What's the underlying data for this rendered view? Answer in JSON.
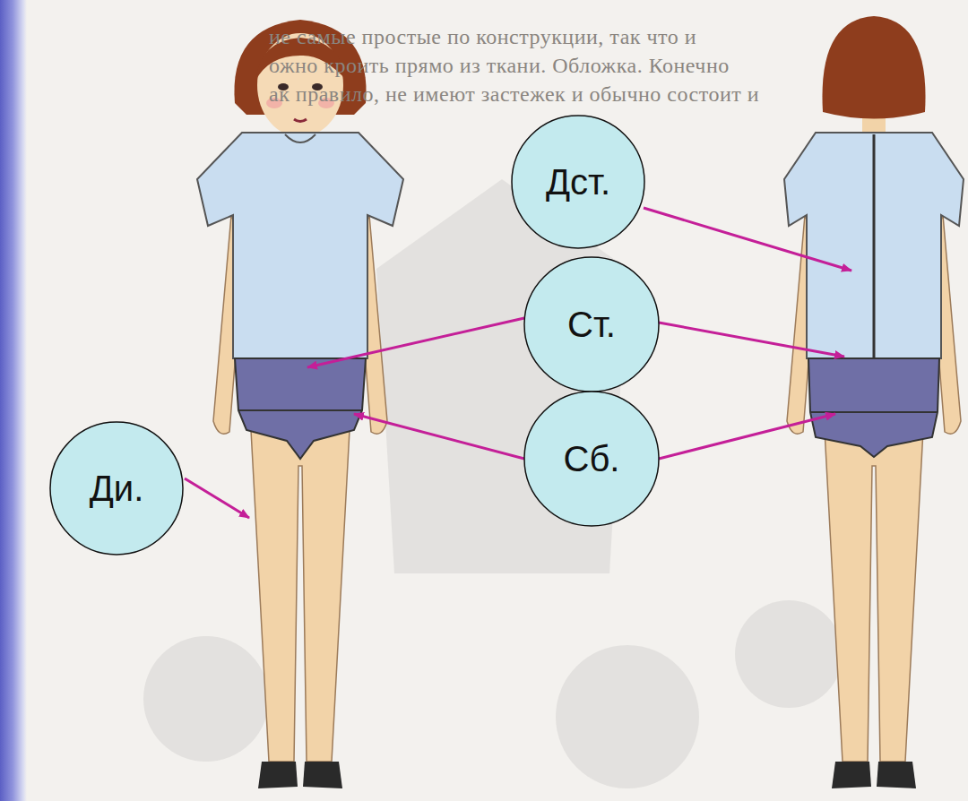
{
  "diagram": {
    "nodes": [
      {
        "text": [
          "Дст."
        ]
      },
      {
        "text": [
          "Ст."
        ]
      },
      {
        "text": [
          "Сб."
        ]
      },
      {
        "text": [
          "Ди."
        ]
      }
    ],
    "labels": [
      "ие самые простые по конструкции, так что и",
      "ожно кроить прямо из ткани. Обложка. Конечно",
      "ак правило, не имеют застежек и обычно состоит и"
    ]
  }
}
